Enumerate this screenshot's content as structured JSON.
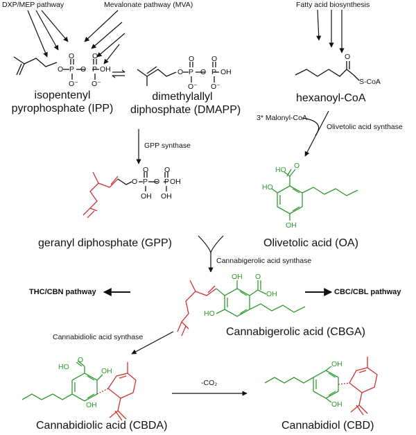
{
  "pathways": {
    "dxp_mep": "DXP/MEP pathway",
    "mva": "Mevalonate pathway (MVA)",
    "fatty_acid": "Fatty acid biosynthesis",
    "thc_cbn": "THC/CBN pathway",
    "cbc_cbl": "CBC/CBL pathway"
  },
  "compounds": {
    "ipp": [
      "isopentenyl",
      "pyrophosphate (IPP)"
    ],
    "dmapp": [
      "dimethylallyl",
      "diphosphate (DMAPP)"
    ],
    "hexanoyl_coa": "hexanoyl-CoA",
    "gpp": "geranyl diphosphate (GPP)",
    "oa": "Olivetolic acid (OA)",
    "cbga": "Cannabigerolic acid (CBGA)",
    "cbda": "Cannabidiolic acid (CBDA)",
    "cbd": "Cannabidiol (CBD)"
  },
  "enzymes": {
    "gpp_synthase": "GPP synthase",
    "malonyl": "3* Malonyl-CoA",
    "olivetolic_synthase": "Olivetolic acid synthase",
    "cbga_synthase": "Cannabigerolic acid synthase",
    "cbda_synthase": "Cannabidiolic acid synthase",
    "decarboxylation": "-CO₂"
  },
  "atoms": {
    "o": "O",
    "oh": "OH",
    "ho": "HO",
    "p": "P",
    "o_minus": "O⁻",
    "s_coa": "S-CoA"
  },
  "colors": {
    "text": "#111111",
    "terpene": "#d0302f",
    "polyketide": "#2f9a2f"
  }
}
